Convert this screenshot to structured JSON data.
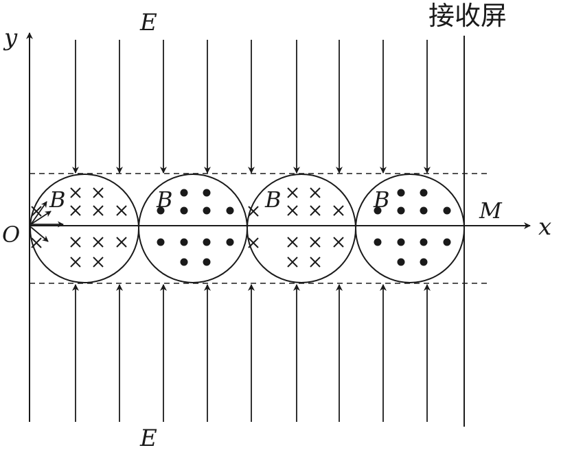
{
  "labels": {
    "axis_y": "y",
    "axis_x": "x",
    "origin": "O",
    "field_top": "E",
    "field_bottom": "E",
    "point_m": "M",
    "screen": "接收屏",
    "circle_b": [
      "B",
      "B",
      "B",
      "B"
    ]
  },
  "field_regions": {
    "magnetic": [
      "into-page",
      "out-of-page",
      "into-page",
      "out-of-page"
    ]
  },
  "symbols": {
    "into_page": "×",
    "out_of_page": "•"
  },
  "colors": {
    "ink": "#1a1a1a",
    "background": "#ffffff"
  }
}
